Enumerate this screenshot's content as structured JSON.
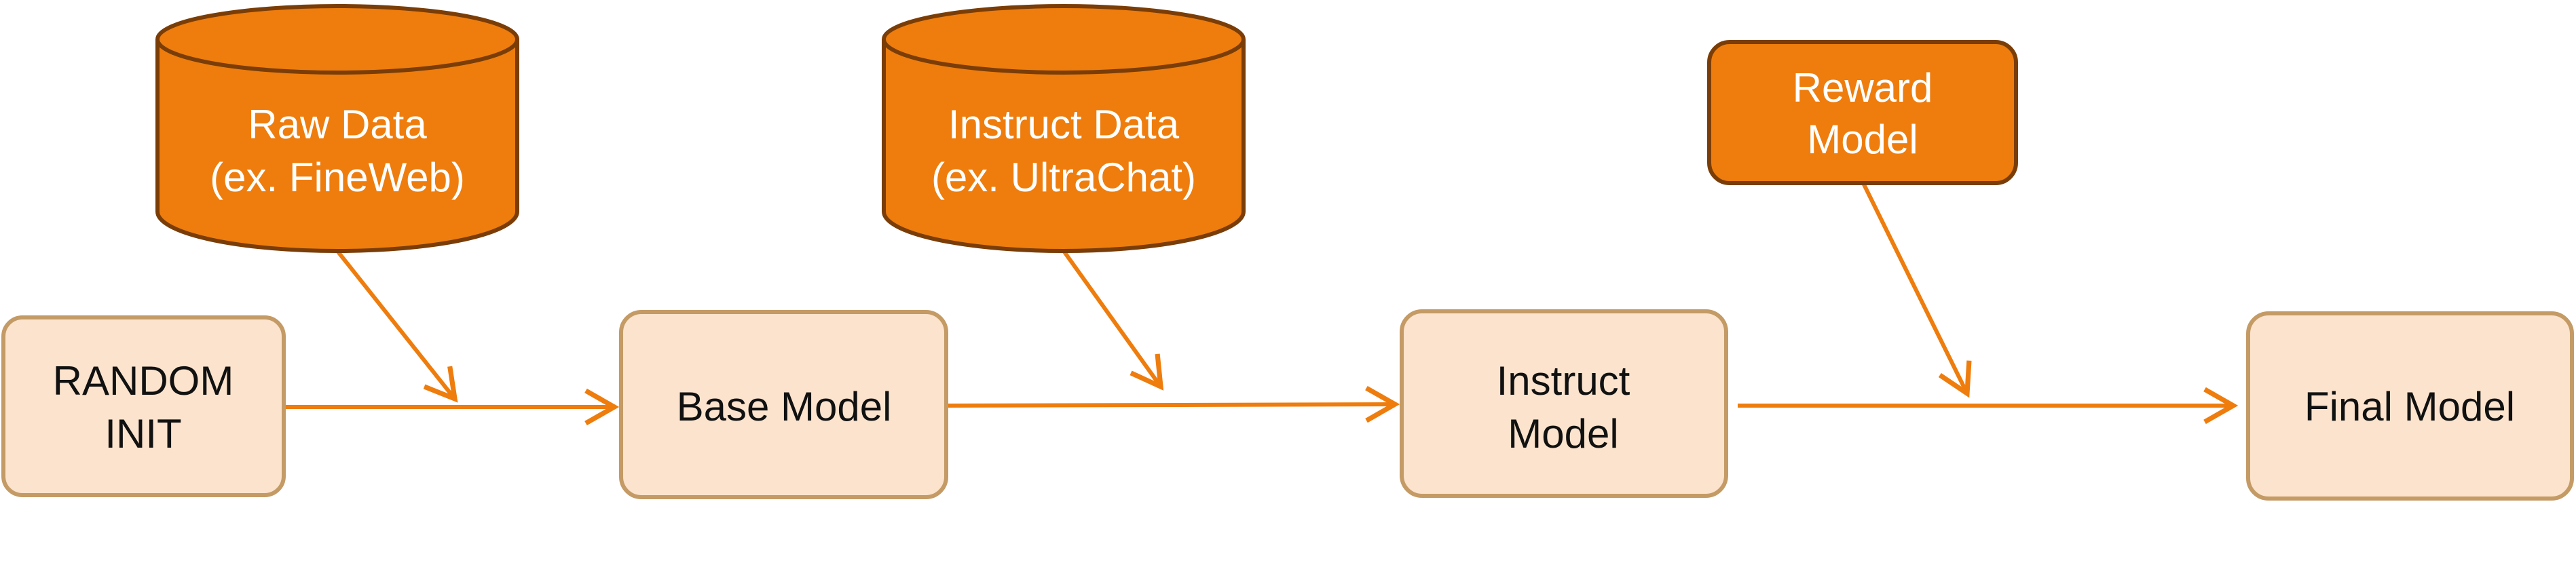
{
  "colors": {
    "accent": "#ee7d0d",
    "stage_fill": "#fbe3cd",
    "stage_border": "#c49a65",
    "source_border": "#7a3d07"
  },
  "stages": [
    {
      "lines": [
        "RANDOM",
        "INIT"
      ]
    },
    {
      "lines": [
        "Base Model"
      ]
    },
    {
      "lines": [
        "Instruct",
        "Model"
      ]
    },
    {
      "lines": [
        "Final Model"
      ]
    }
  ],
  "sources": [
    {
      "shape": "cylinder",
      "lines": [
        "Raw Data",
        "(ex. FineWeb)"
      ]
    },
    {
      "shape": "cylinder",
      "lines": [
        "Instruct Data",
        "(ex. UltraChat)"
      ]
    },
    {
      "shape": "rounded-rectangle",
      "lines": [
        "Reward",
        "Model"
      ]
    }
  ]
}
